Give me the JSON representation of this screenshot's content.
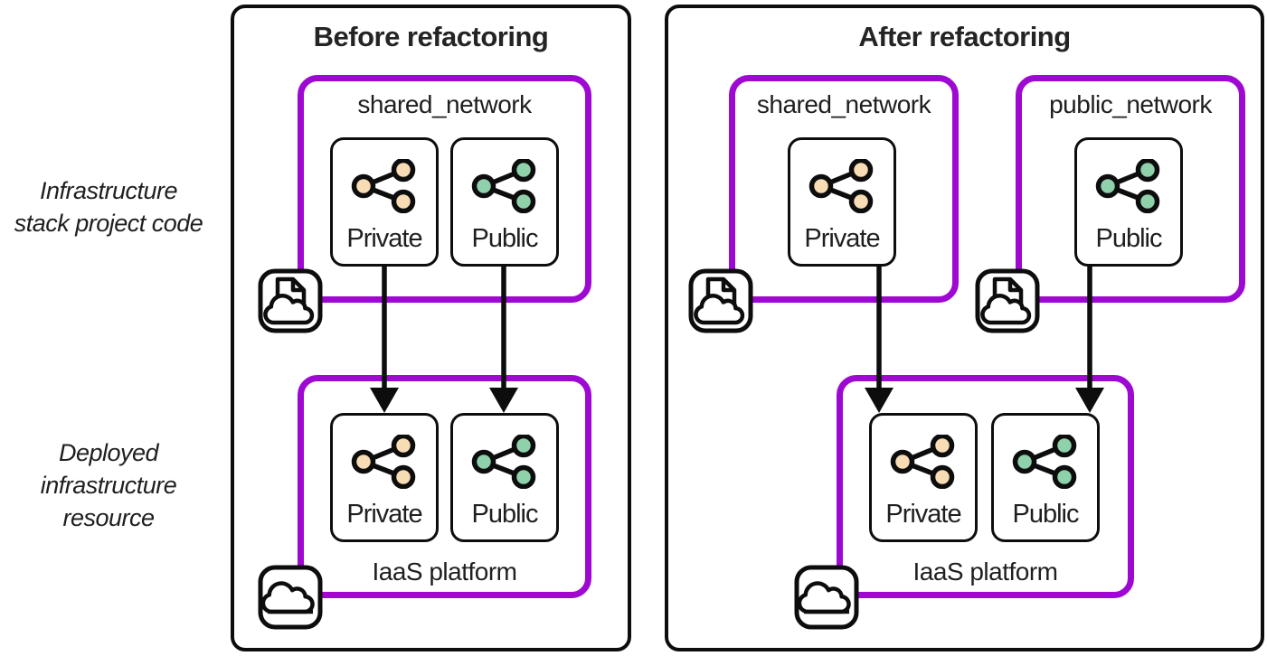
{
  "colors": {
    "purple": "#9D08D2",
    "node_private": "#F8DCB4",
    "node_public": "#8FD1AB",
    "line": "#0D0D0D",
    "text": "#1F1F1F"
  },
  "row_labels": {
    "code": {
      "line1": "Infrastructure",
      "line2": "stack project code"
    },
    "deployed": {
      "line1": "Deployed",
      "line2": "infrastructure",
      "line3": "resource"
    }
  },
  "before": {
    "title": "Before refactoring",
    "stack": {
      "name": "shared_network",
      "nodes": [
        {
          "label": "Private"
        },
        {
          "label": "Public"
        }
      ]
    },
    "platform": {
      "name": "IaaS platform",
      "nodes": [
        {
          "label": "Private"
        },
        {
          "label": "Public"
        }
      ]
    }
  },
  "after": {
    "title": "After refactoring",
    "stacks": [
      {
        "name": "shared_network",
        "node": "Private"
      },
      {
        "name": "public_network",
        "node": "Public"
      }
    ],
    "platform": {
      "name": "IaaS platform",
      "nodes": [
        {
          "label": "Private"
        },
        {
          "label": "Public"
        }
      ]
    }
  },
  "icons": {
    "stack_code": "code-file-cloud-icon",
    "platform": "cloud-icon",
    "node": "share-network-icon",
    "connector": "down-arrow"
  }
}
